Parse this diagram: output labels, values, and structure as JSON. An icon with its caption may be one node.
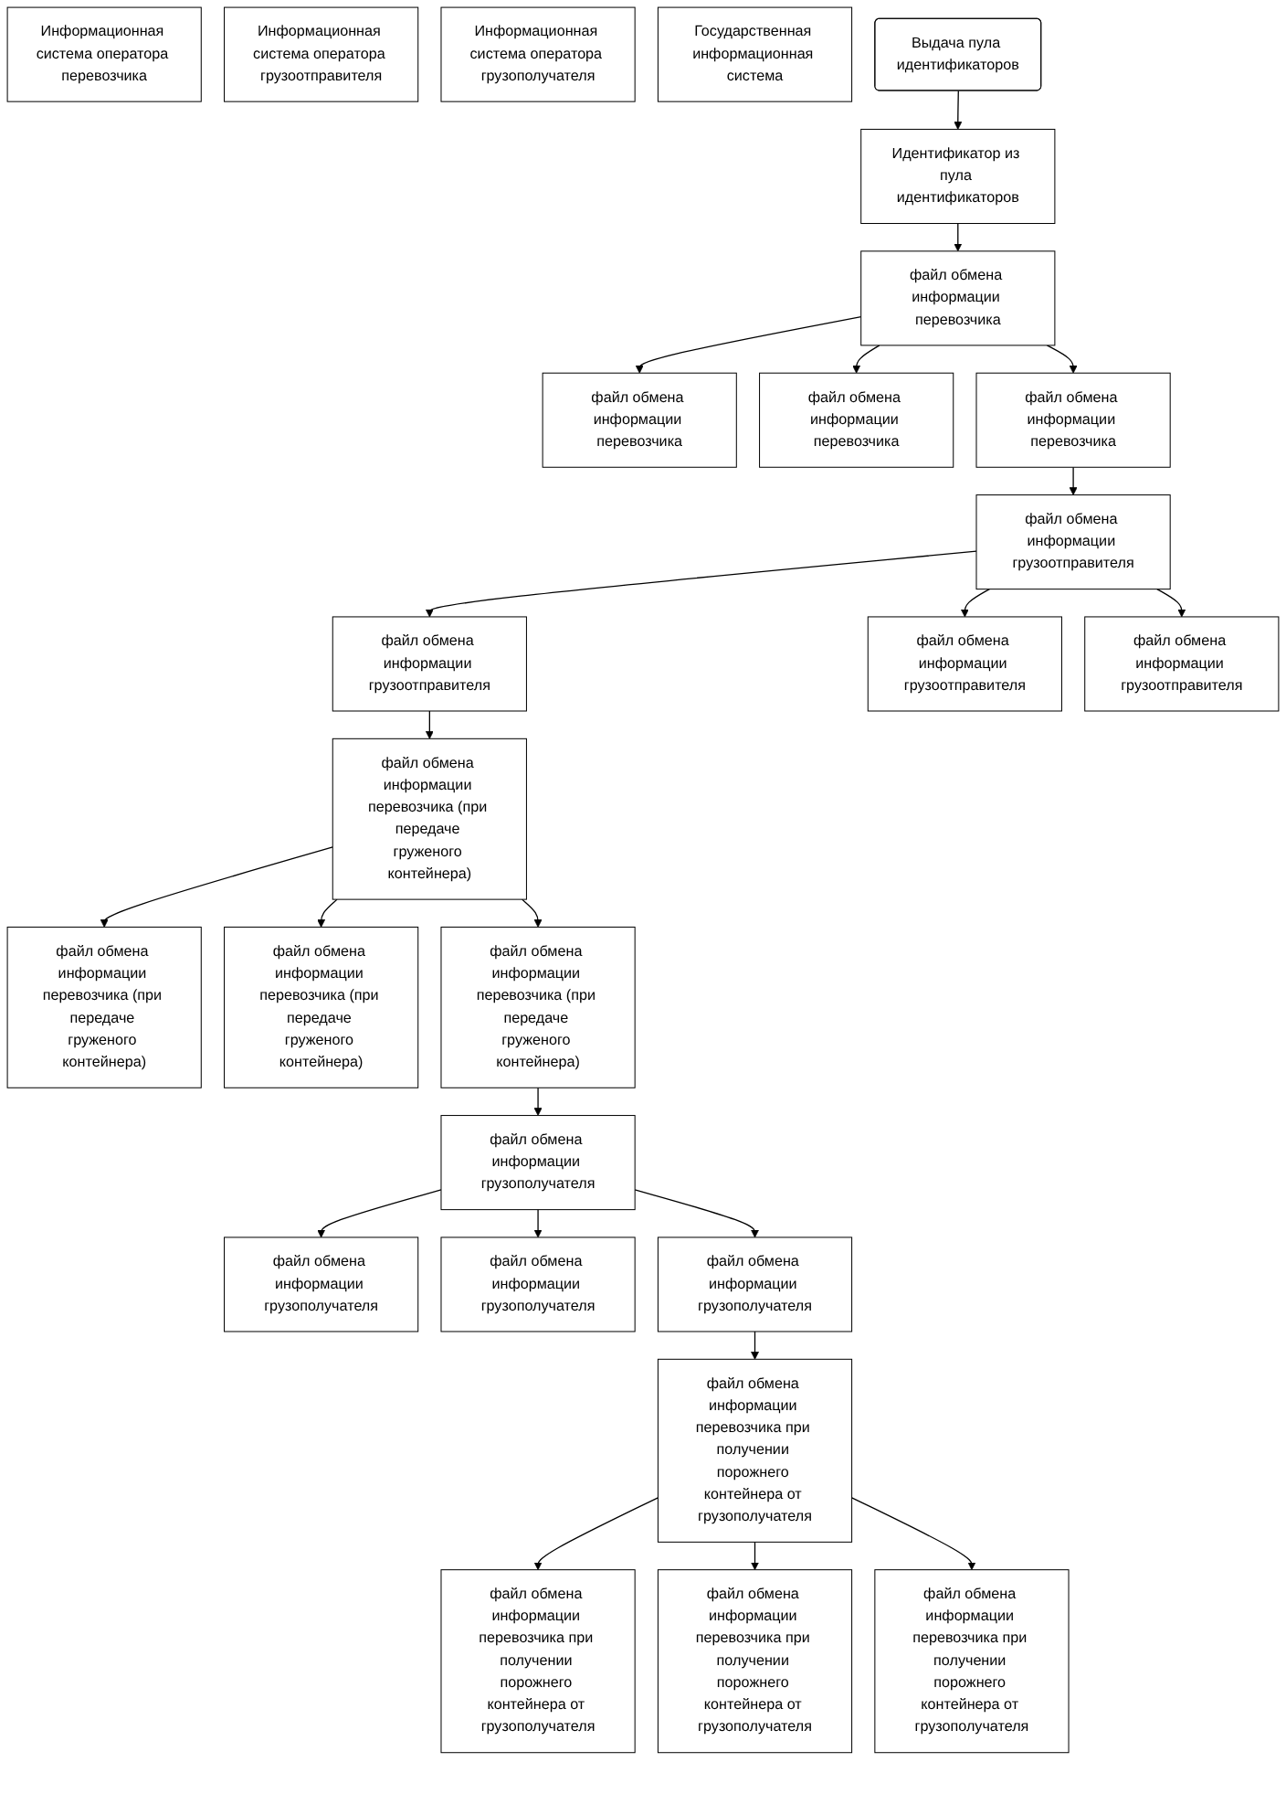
{
  "diagram": {
    "nodes": [
      {
        "text": [
          "Информационная система оператора перевозчика"
        ]
      },
      {
        "text": [
          "Информационная система оператора грузоотправителя"
        ]
      },
      {
        "text": [
          "Информационная система оператора грузополучателя"
        ]
      },
      {
        "text": [
          "Государственная информационная система"
        ]
      },
      {
        "text": [
          "Выдача пула идентификаторов"
        ]
      },
      {
        "text": [
          "Идентификатор из пула идентификаторов"
        ]
      },
      {
        "text": [
          "файл обмена информации перевозчика"
        ]
      },
      {
        "text": [
          "файл обмена информации перевозчика"
        ]
      },
      {
        "text": [
          "файл обмена информации перевозчика"
        ]
      },
      {
        "text": [
          "файл обмена информации перевозчика"
        ]
      },
      {
        "text": [
          "файл обмена информации грузоотправителя"
        ]
      },
      {
        "text": [
          "файл обмена информации грузоотправителя"
        ]
      },
      {
        "text": [
          "файл обмена информации грузоотправителя"
        ]
      },
      {
        "text": [
          "файл обмена информации грузоотправителя"
        ]
      },
      {
        "text": [
          "файл обмена информации перевозчика (при передаче груженого контейнера)"
        ]
      },
      {
        "text": [
          "файл обмена информации перевозчика (при передаче груженого контейнера)"
        ]
      },
      {
        "text": [
          "файл обмена информации перевозчика (при передаче груженого контейнера)"
        ]
      },
      {
        "text": [
          "файл обмена информации перевозчика (при передаче груженого контейнера)"
        ]
      },
      {
        "text": [
          "файл обмена информации грузополучателя"
        ]
      },
      {
        "text": [
          "файл обмена информации грузополучателя"
        ]
      },
      {
        "text": [
          "файл обмена информации грузополучателя"
        ]
      },
      {
        "text": [
          "файл обмена информации грузополучателя"
        ]
      },
      {
        "text": [
          "файл обмена информации перевозчика при получении порожнего контейнера от грузополучателя"
        ]
      },
      {
        "text": [
          "файл обмена информации перевозчика при получении порожнего контейнера от грузополучателя"
        ]
      },
      {
        "text": [
          "файл обмена информации перевозчика при получении порожнего контейнера от грузополучателя"
        ]
      },
      {
        "text": [
          "файл обмена информации перевозчика при получении порожнего контейнера от грузополучателя"
        ]
      }
    ],
    "edges": [
      {
        "from": 4,
        "to": 5,
        "arrow": "to"
      },
      {
        "from": 5,
        "to": 7,
        "arrow": "to"
      },
      {
        "from": 7,
        "to": 6,
        "arrow": "to"
      },
      {
        "from": 7,
        "to": 8,
        "arrow": "to"
      },
      {
        "from": 7,
        "to": 9,
        "arrow": "to"
      },
      {
        "from": 9,
        "to": 11,
        "arrow": "to"
      },
      {
        "from": 11,
        "to": 10,
        "arrow": "to"
      },
      {
        "from": 11,
        "to": 12,
        "arrow": "to"
      },
      {
        "from": 11,
        "to": 13,
        "arrow": "to"
      },
      {
        "from": 10,
        "to": 15,
        "arrow": "to"
      },
      {
        "from": 15,
        "to": 14,
        "arrow": "to"
      },
      {
        "from": 15,
        "to": 16,
        "arrow": "to"
      },
      {
        "from": 15,
        "to": 17,
        "arrow": "to"
      },
      {
        "from": 17,
        "to": 21,
        "arrow": "to"
      },
      {
        "from": 21,
        "to": 18,
        "arrow": "to"
      },
      {
        "from": 21,
        "to": 20,
        "arrow": "to"
      },
      {
        "from": 21,
        "to": 19,
        "arrow": "to"
      },
      {
        "from": 20,
        "to": 23,
        "arrow": "to"
      },
      {
        "from": 23,
        "to": 22,
        "arrow": "to"
      },
      {
        "from": 23,
        "to": 24,
        "arrow": "to"
      },
      {
        "from": 23,
        "to": 25,
        "arrow": "to"
      }
    ]
  }
}
